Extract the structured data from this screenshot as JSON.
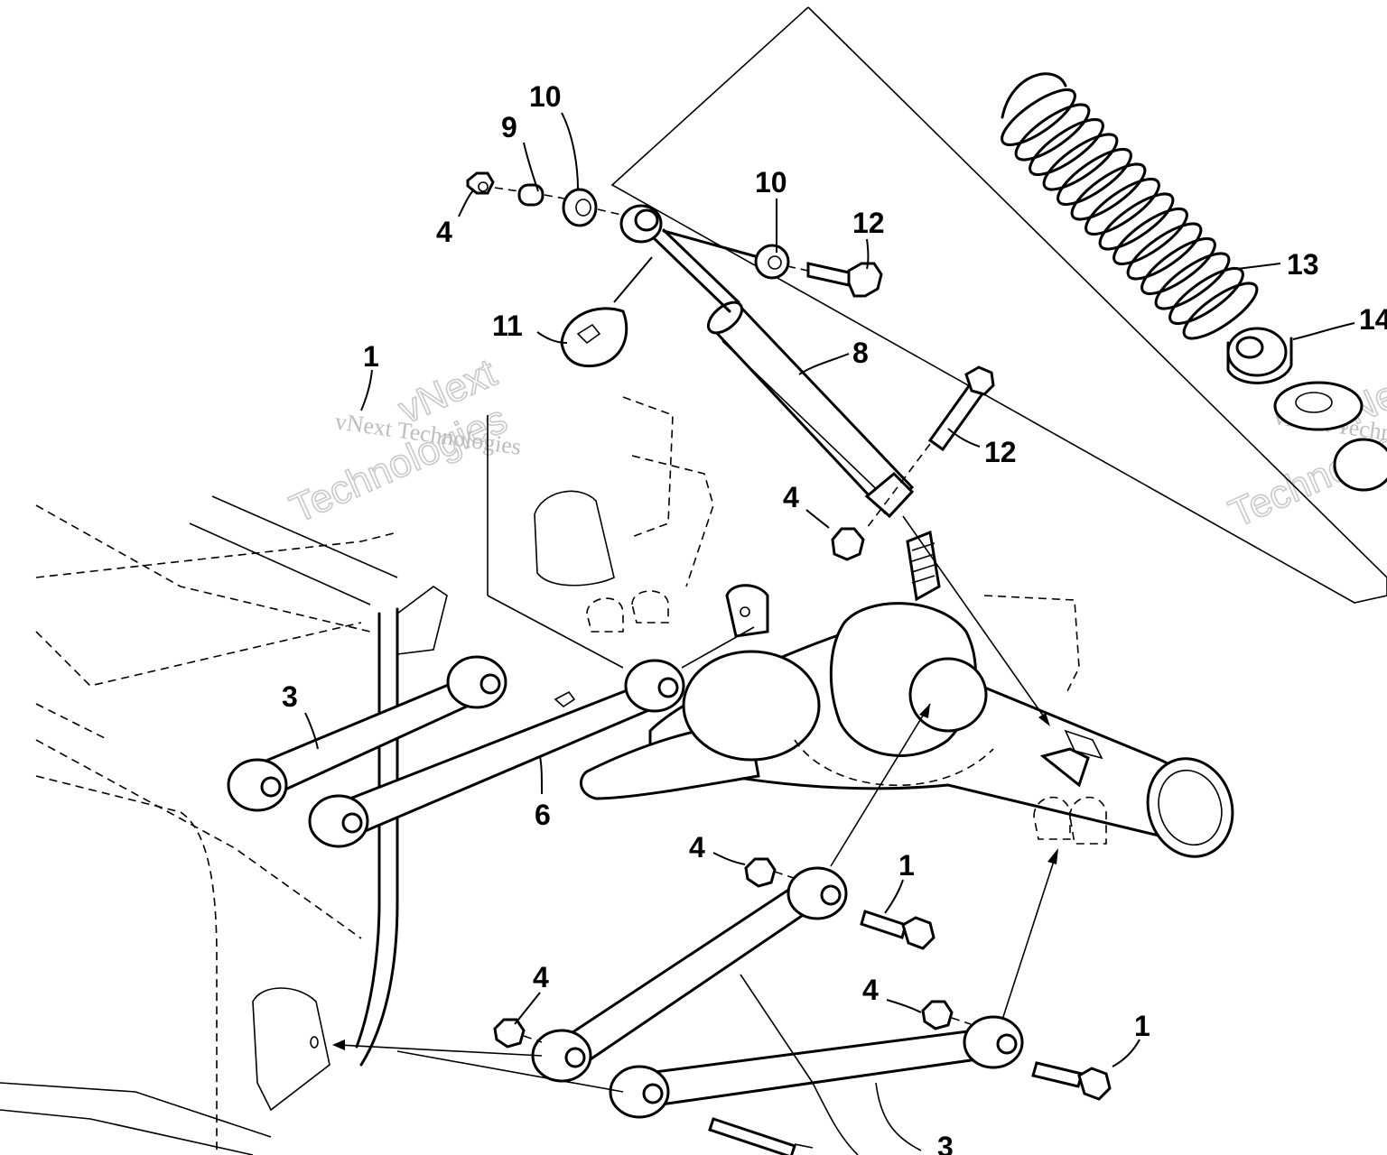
{
  "watermark": {
    "line1": "vNext",
    "line2": "Technologies",
    "small": "vNext Technologies"
  },
  "callouts": [
    {
      "id": "c4a",
      "text": "4"
    },
    {
      "id": "c9",
      "text": "9"
    },
    {
      "id": "c10a",
      "text": "10"
    },
    {
      "id": "c10b",
      "text": "10"
    },
    {
      "id": "c12a",
      "text": "12"
    },
    {
      "id": "c11",
      "text": "11"
    },
    {
      "id": "c8",
      "text": "8"
    },
    {
      "id": "c13",
      "text": "13"
    },
    {
      "id": "c14",
      "text": "14"
    },
    {
      "id": "c1a",
      "text": "1"
    },
    {
      "id": "c12b",
      "text": "12"
    },
    {
      "id": "c4b",
      "text": "4"
    },
    {
      "id": "c3a",
      "text": "3"
    },
    {
      "id": "c6",
      "text": "6"
    },
    {
      "id": "c4c",
      "text": "4"
    },
    {
      "id": "c1b",
      "text": "1"
    },
    {
      "id": "c4d",
      "text": "4"
    },
    {
      "id": "c4e",
      "text": "4"
    },
    {
      "id": "c1c",
      "text": "1"
    },
    {
      "id": "c3b",
      "text": "3"
    }
  ]
}
